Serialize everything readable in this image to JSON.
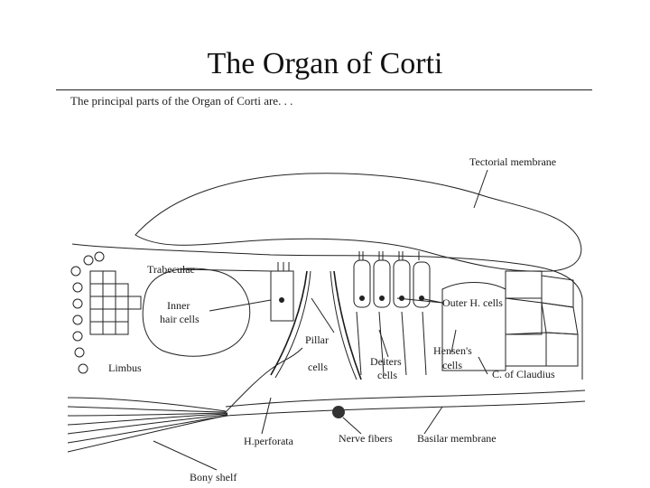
{
  "title": "The Organ of Corti",
  "subtitle": "The principal parts of the Organ of Corti are. . .",
  "labels": {
    "tectorial_membrane": "Tectorial membrane",
    "trabeculae": "Trabeculae",
    "inner_hair_cells_1": "Inner",
    "inner_hair_cells_2": "hair cells",
    "outer_h_cells": "Outer H. cells",
    "pillar_cells_1": "Pillar",
    "pillar_cells_2": "cells",
    "deiters_cells_1": "Deiters",
    "deiters_cells_2": "cells",
    "hensens_cells_1": "Hensen's",
    "hensens_cells_2": "cells",
    "limbus": "Limbus",
    "c_of_claudius": "C. of Claudius",
    "h_perforata": "H.perforata",
    "nerve_fibers": "Nerve fibers",
    "basilar_membrane": "Basilar membrane",
    "bony_shelf": "Bony shelf"
  }
}
